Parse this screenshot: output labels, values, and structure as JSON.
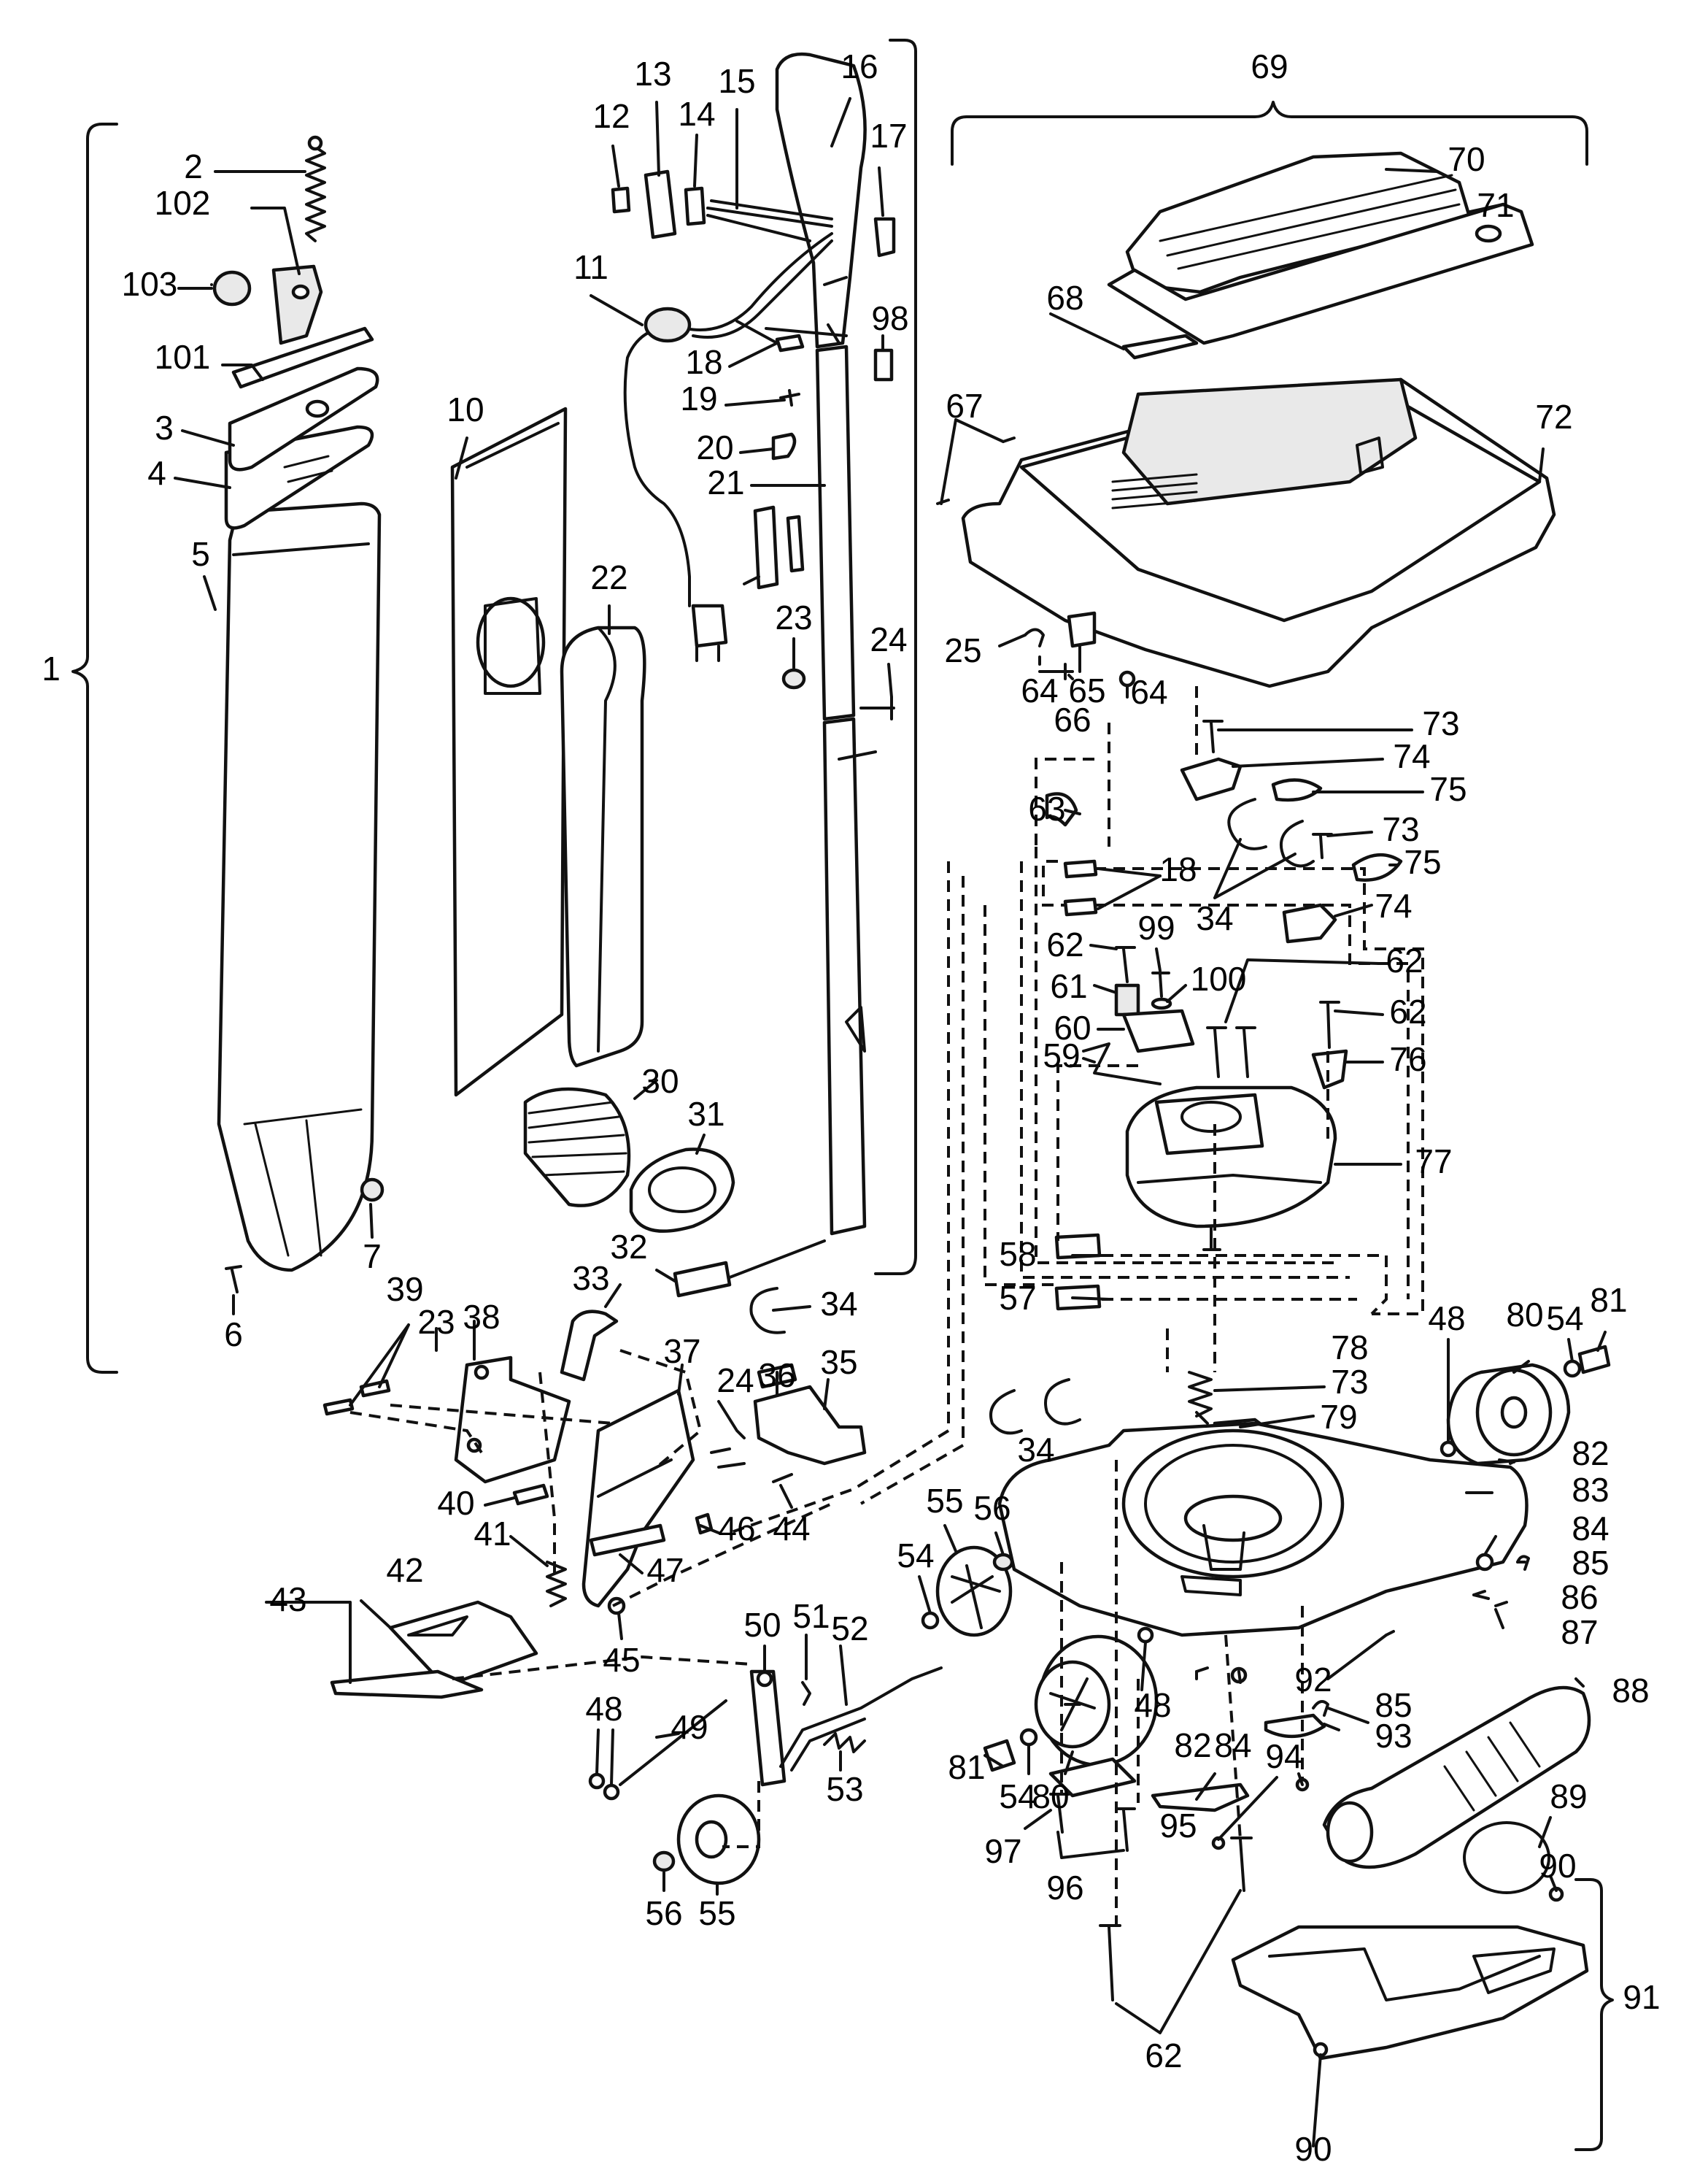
{
  "callouts": [
    {
      "id": "c1",
      "text": "1"
    },
    {
      "id": "c2",
      "text": "2"
    },
    {
      "id": "c3",
      "text": "3"
    },
    {
      "id": "c4",
      "text": "4"
    },
    {
      "id": "c5",
      "text": "5"
    },
    {
      "id": "c6",
      "text": "6"
    },
    {
      "id": "c7",
      "text": "7"
    },
    {
      "id": "c10",
      "text": "10"
    },
    {
      "id": "c11",
      "text": "11"
    },
    {
      "id": "c12",
      "text": "12"
    },
    {
      "id": "c13",
      "text": "13"
    },
    {
      "id": "c14",
      "text": "14"
    },
    {
      "id": "c15",
      "text": "15"
    },
    {
      "id": "c16",
      "text": "16"
    },
    {
      "id": "c17",
      "text": "17"
    },
    {
      "id": "c18a",
      "text": "18"
    },
    {
      "id": "c18b",
      "text": "18"
    },
    {
      "id": "c19",
      "text": "19"
    },
    {
      "id": "c20",
      "text": "20"
    },
    {
      "id": "c21",
      "text": "21"
    },
    {
      "id": "c22",
      "text": "22"
    },
    {
      "id": "c23a",
      "text": "23"
    },
    {
      "id": "c23b",
      "text": "23"
    },
    {
      "id": "c24a",
      "text": "24"
    },
    {
      "id": "c24b",
      "text": "24"
    },
    {
      "id": "c25",
      "text": "25"
    },
    {
      "id": "c30",
      "text": "30"
    },
    {
      "id": "c31",
      "text": "31"
    },
    {
      "id": "c32",
      "text": "32"
    },
    {
      "id": "c33",
      "text": "33"
    },
    {
      "id": "c34a",
      "text": "34"
    },
    {
      "id": "c34b",
      "text": "34"
    },
    {
      "id": "c34c",
      "text": "34"
    },
    {
      "id": "c35",
      "text": "35"
    },
    {
      "id": "c36",
      "text": "36"
    },
    {
      "id": "c37",
      "text": "37"
    },
    {
      "id": "c38",
      "text": "38"
    },
    {
      "id": "c39",
      "text": "39"
    },
    {
      "id": "c40",
      "text": "40"
    },
    {
      "id": "c41",
      "text": "41"
    },
    {
      "id": "c42",
      "text": "42"
    },
    {
      "id": "c43",
      "text": "43"
    },
    {
      "id": "c44",
      "text": "44"
    },
    {
      "id": "c45",
      "text": "45"
    },
    {
      "id": "c46",
      "text": "46"
    },
    {
      "id": "c47",
      "text": "47"
    },
    {
      "id": "c48a",
      "text": "48"
    },
    {
      "id": "c48b",
      "text": "48"
    },
    {
      "id": "c48c",
      "text": "48"
    },
    {
      "id": "c49",
      "text": "49"
    },
    {
      "id": "c50",
      "text": "50"
    },
    {
      "id": "c51",
      "text": "51"
    },
    {
      "id": "c52",
      "text": "52"
    },
    {
      "id": "c53",
      "text": "53"
    },
    {
      "id": "c54a",
      "text": "54"
    },
    {
      "id": "c54b",
      "text": "54"
    },
    {
      "id": "c54c",
      "text": "54"
    },
    {
      "id": "c55a",
      "text": "55"
    },
    {
      "id": "c55b",
      "text": "55"
    },
    {
      "id": "c56a",
      "text": "56"
    },
    {
      "id": "c56b",
      "text": "56"
    },
    {
      "id": "c57",
      "text": "57"
    },
    {
      "id": "c58",
      "text": "58"
    },
    {
      "id": "c59",
      "text": "59"
    },
    {
      "id": "c60",
      "text": "60"
    },
    {
      "id": "c61",
      "text": "61"
    },
    {
      "id": "c62a",
      "text": "62"
    },
    {
      "id": "c62b",
      "text": "62"
    },
    {
      "id": "c62c",
      "text": "62"
    },
    {
      "id": "c62d",
      "text": "62"
    },
    {
      "id": "c63",
      "text": "63"
    },
    {
      "id": "c64a",
      "text": "64"
    },
    {
      "id": "c64b",
      "text": "64"
    },
    {
      "id": "c65",
      "text": "65"
    },
    {
      "id": "c66",
      "text": "66"
    },
    {
      "id": "c67",
      "text": "67"
    },
    {
      "id": "c68",
      "text": "68"
    },
    {
      "id": "c69",
      "text": "69"
    },
    {
      "id": "c70",
      "text": "70"
    },
    {
      "id": "c71",
      "text": "71"
    },
    {
      "id": "c72",
      "text": "72"
    },
    {
      "id": "c73a",
      "text": "73"
    },
    {
      "id": "c73b",
      "text": "73"
    },
    {
      "id": "c73c",
      "text": "73"
    },
    {
      "id": "c74a",
      "text": "74"
    },
    {
      "id": "c74b",
      "text": "74"
    },
    {
      "id": "c75a",
      "text": "75"
    },
    {
      "id": "c75b",
      "text": "75"
    },
    {
      "id": "c76",
      "text": "76"
    },
    {
      "id": "c77",
      "text": "77"
    },
    {
      "id": "c78",
      "text": "78"
    },
    {
      "id": "c79",
      "text": "79"
    },
    {
      "id": "c80a",
      "text": "80"
    },
    {
      "id": "c80b",
      "text": "80"
    },
    {
      "id": "c81a",
      "text": "81"
    },
    {
      "id": "c81b",
      "text": "81"
    },
    {
      "id": "c82a",
      "text": "82"
    },
    {
      "id": "c82b",
      "text": "82"
    },
    {
      "id": "c83",
      "text": "83"
    },
    {
      "id": "c84a",
      "text": "84"
    },
    {
      "id": "c84b",
      "text": "84"
    },
    {
      "id": "c85a",
      "text": "85"
    },
    {
      "id": "c85b",
      "text": "85"
    },
    {
      "id": "c86",
      "text": "86"
    },
    {
      "id": "c87",
      "text": "87"
    },
    {
      "id": "c88",
      "text": "88"
    },
    {
      "id": "c89",
      "text": "89"
    },
    {
      "id": "c90a",
      "text": "90"
    },
    {
      "id": "c90b",
      "text": "90"
    },
    {
      "id": "c91",
      "text": "91"
    },
    {
      "id": "c92",
      "text": "92"
    },
    {
      "id": "c93",
      "text": "93"
    },
    {
      "id": "c94",
      "text": "94"
    },
    {
      "id": "c95",
      "text": "95"
    },
    {
      "id": "c96",
      "text": "96"
    },
    {
      "id": "c97",
      "text": "97"
    },
    {
      "id": "c98",
      "text": "98"
    },
    {
      "id": "c99",
      "text": "99"
    },
    {
      "id": "c100",
      "text": "100"
    },
    {
      "id": "c101",
      "text": "101"
    },
    {
      "id": "c102",
      "text": "102"
    },
    {
      "id": "c103",
      "text": "103"
    }
  ]
}
